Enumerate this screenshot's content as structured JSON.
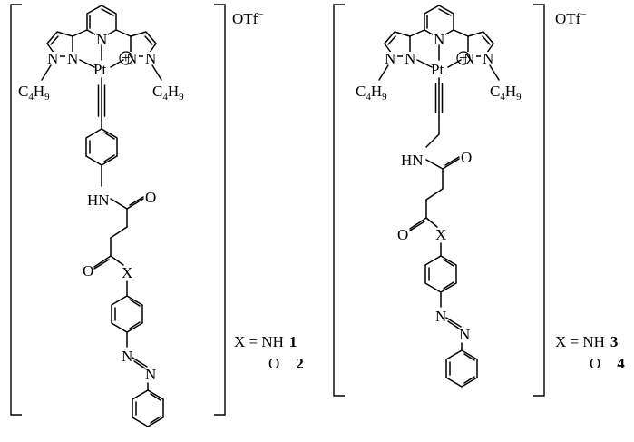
{
  "structures": [
    {
      "counterion": "OTf",
      "counterion_charge": "−",
      "metal": "Pt",
      "charge_symbol": "+",
      "pyrazole_n_left": "N",
      "pyrazole_n_right": "N",
      "pyridine_n": "N",
      "alkyl_left": [
        "C",
        "4",
        "H",
        "9"
      ],
      "alkyl_right": [
        "C",
        "4",
        "H",
        "9"
      ],
      "amide_nh": "HN",
      "amide_o": "O",
      "ester_o": "O",
      "x_label": "X",
      "azo_n1": "N",
      "azo_n2": "N",
      "legend": [
        {
          "sub": "X = NH",
          "num": "1"
        },
        {
          "sub": "O",
          "num": "2"
        }
      ]
    },
    {
      "counterion": "OTf",
      "counterion_charge": "−",
      "metal": "Pt",
      "charge_symbol": "+",
      "pyrazole_n_left": "N",
      "pyrazole_n_right": "N",
      "pyridine_n": "N",
      "alkyl_left": [
        "C",
        "4",
        "H",
        "9"
      ],
      "alkyl_right": [
        "C",
        "4",
        "H",
        "9"
      ],
      "amide_nh": "HN",
      "amide_o": "O",
      "ester_o": "O",
      "x_label": "X",
      "azo_n1": "N",
      "azo_n2": "N",
      "legend": [
        {
          "sub": "X = NH",
          "num": "3"
        },
        {
          "sub": "O",
          "num": "4"
        }
      ]
    }
  ]
}
